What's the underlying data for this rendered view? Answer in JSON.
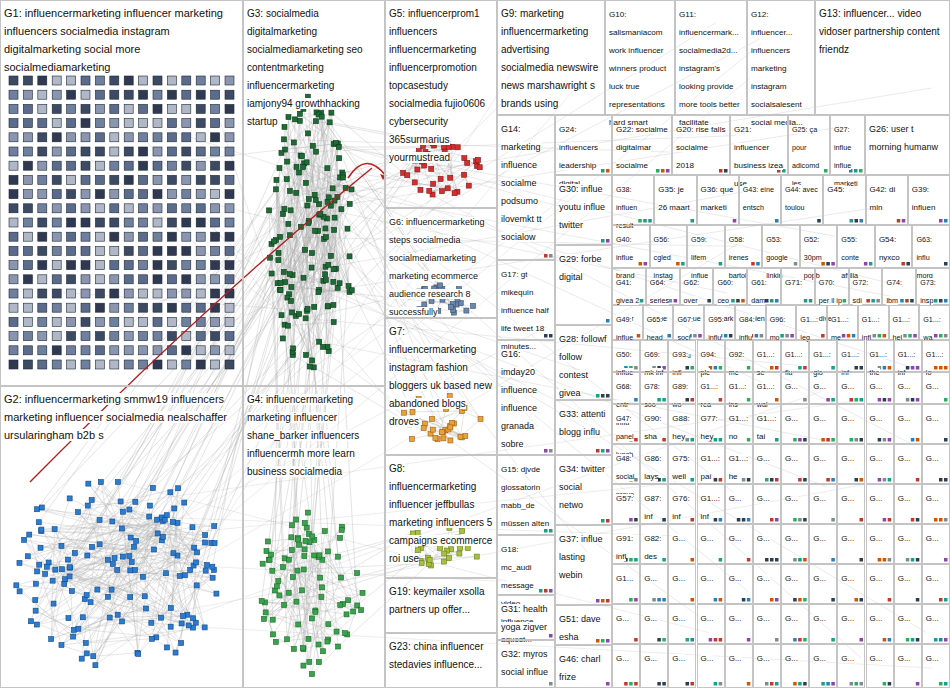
{
  "diagram": {
    "nodes": [
      {
        "text": [
          "G1: influencermarketing influencer marketing influencers socialmedia instagram digitalmarketing social more socialmediamarketing"
        ]
      },
      {
        "text": [
          "G3: socialmedia digitalmarketing socialmediamarketing seo contentmarketing influencermarketing iamjony94 growthhacking startup"
        ]
      },
      {
        "text": [
          "G5: influencerprom1 influencers influencermarketing influencerpromotion topcasestudy socialmedia fujio0606 cybersecurity 365surmarius yourmustread"
        ]
      },
      {
        "text": [
          "G9: marketing influencermarketing advertising socialmedia newswire news marshawright s brands using"
        ]
      },
      {
        "text": [
          "G10: salismaniacom work influencer winners product luck true representations hard smart"
        ]
      },
      {
        "text": [
          "G11: influencermark... socialmedia2d... instagram's looking provide more tools better facilitate"
        ]
      },
      {
        "text": [
          "G12: influencer... influencers marketing instagram socialsalesent social media..."
        ]
      },
      {
        "text": [
          "G13: influencer... video vidoser partnership content friendz"
        ]
      },
      {
        "text": [
          "G14: marketing influence socialme podsumo ilovemkt tt socialow"
        ]
      },
      {
        "text": [
          "G24: influencers leadership digital"
        ]
      },
      {
        "text": [
          "G22: socialme digitalmar socialme"
        ]
      },
      {
        "text": [
          "G20: rise falls socialme 2018"
        ]
      },
      {
        "text": [
          "G21: influencer business izea use"
        ]
      },
      {
        "text": [
          "G25: ça pour adicomd les"
        ]
      },
      {
        "text": [
          "G27: influe influe marketi"
        ]
      },
      {
        "text": [
          "G26: user t morning humanw"
        ]
      },
      {
        "text": [
          "G6: influencermarketing steps socialmedia socialmediamarketing marketing ecommerce audience research 8 successfully"
        ]
      },
      {
        "text": [
          "G30: influe youtu influe twitter"
        ]
      },
      {
        "text": [
          "G17: gt mikequin influence half life tweet 18 minutes..."
        ]
      },
      {
        "text": [
          "G29: forbe digital"
        ]
      },
      {
        "text": [
          "G7: influencermarketing instagram fashion bloggers uk based new abandoned blogs droves"
        ]
      },
      {
        "text": [
          "G28: followf follow contest givea"
        ]
      },
      {
        "text": [
          "G16: imday20 influence influence granada sobre"
        ]
      },
      {
        "text": [
          "G2: influencermarketing smmw19 influencers marketing influencer socialmedia nealschaffer ursularingham b2b s"
        ]
      },
      {
        "text": [
          "G4: influencermarketing marketing influencer shane_barker influencers influencermh more learn business socialmedia"
        ]
      },
      {
        "text": [
          "G33: attenti blogg influ"
        ]
      },
      {
        "text": [
          "G8: influencermarketing influencer jeffbullas marketing influencers 5 campaigns ecommerce roi use"
        ]
      },
      {
        "text": [
          "G15: djvde glossatorin mabb_de müssen alten"
        ]
      },
      {
        "text": [
          "G34: twitter social netwo"
        ]
      },
      {
        "text": [
          "G37: influe lasting webin"
        ]
      },
      {
        "text": [
          "G18: mc_audi message video influence aquest..."
        ]
      },
      {
        "text": [
          "G19: keymailer xsolla partners up offer..."
        ]
      },
      {
        "text": [
          "G31: health yoga zigver"
        ]
      },
      {
        "text": [
          "G51: dave esha"
        ]
      },
      {
        "text": [
          "G23: china influencer stedavies influence..."
        ]
      },
      {
        "text": [
          "G32: myros social influe"
        ]
      },
      {
        "text": [
          "G46: charl frize"
        ]
      },
      {
        "text": [
          "G38: influen result"
        ]
      },
      {
        "text": [
          "G35: je 26 maart"
        ]
      },
      {
        "text": [
          "G36: qué marketi"
        ]
      },
      {
        "text": [
          "G43: eine entsch"
        ]
      },
      {
        "text": [
          "G44: avec toulou"
        ]
      },
      {
        "text": [
          "G45:"
        ]
      },
      {
        "text": [
          "G42: di mln"
        ]
      },
      {
        "text": [
          "G39: influen"
        ]
      },
      {
        "text": [
          "G40: influe brand"
        ]
      },
      {
        "text": [
          "G56: cgled instag"
        ]
      },
      {
        "text": [
          "G59: lifem influe"
        ]
      },
      {
        "text": [
          "G58: irenes bartol"
        ]
      },
      {
        "text": [
          "G53: google linkin"
        ]
      },
      {
        "text": [
          "G52: 30pm popb"
        ]
      },
      {
        "text": [
          "G55: conte affilia"
        ]
      },
      {
        "text": [
          "G54: nyxco"
        ]
      },
      {
        "text": [
          "G63: influ morg"
        ]
      },
      {
        "text": [
          "G41: givea 2 pictur"
        ]
      },
      {
        "text": [
          "G64: series influe"
        ]
      },
      {
        "text": [
          "G62: over influe"
        ]
      },
      {
        "text": [
          "G60: ceo mark"
        ]
      },
      {
        "text": [
          "G61: dam bien"
        ]
      },
      {
        "text": [
          "G71:"
        ]
      },
      {
        "text": [
          "G70: per il ip dive"
        ]
      },
      {
        "text": [
          "G72: sdi"
        ]
      },
      {
        "text": [
          "G74: lbm"
        ]
      },
      {
        "text": [
          "G73: insp"
        ]
      },
      {
        "text": [
          "G49: influe lorim"
        ]
      },
      {
        "text": [
          "G65: head ca"
        ]
      },
      {
        "text": [
          "G67: soci influ"
        ]
      },
      {
        "text": [
          "G95: influ"
        ]
      },
      {
        "text": [
          "G84: influ"
        ]
      },
      {
        "text": [
          "G96: mo"
        ]
      },
      {
        "text": [
          "G1...: leg"
        ]
      },
      {
        "text": [
          "G1...: me"
        ]
      },
      {
        "text": [
          "G1...: infl"
        ]
      },
      {
        "text": [
          "G1...: hel"
        ]
      },
      {
        "text": [
          "G1...: wa"
        ]
      },
      {
        "text": [
          "G50: influe"
        ]
      },
      {
        "text": [
          "G69: mk inf"
        ]
      },
      {
        "text": [
          "G93: infl"
        ]
      },
      {
        "text": [
          "G94: ple"
        ]
      },
      {
        "text": [
          "G92: me"
        ]
      },
      {
        "text": [
          "G1...: se"
        ]
      },
      {
        "text": [
          "G1...: flu"
        ]
      },
      {
        "text": [
          "G1...: glo"
        ]
      },
      {
        "text": [
          "G1...: inf"
        ]
      },
      {
        "text": [
          "G1...: the"
        ]
      },
      {
        "text": [
          "G1...: inf"
        ]
      },
      {
        "text": [
          "G1...: lo"
        ]
      },
      {
        "text": [
          "G68: entr influ"
        ]
      },
      {
        "text": [
          "G78: soo"
        ]
      },
      {
        "text": [
          "G89: wo"
        ]
      },
      {
        "text": [
          "G1...: rea"
        ]
      },
      {
        "text": [
          "G1...: ins"
        ]
      },
      {
        "text": [
          "G1...: wal"
        ]
      },
      {
        "text": [
          "G..."
        ]
      },
      {
        "text": [
          "G..."
        ]
      },
      {
        "text": [
          "G..."
        ]
      },
      {
        "text": [
          "G..."
        ]
      },
      {
        "text": [
          "G..."
        ]
      },
      {
        "text": [
          "G..."
        ]
      },
      {
        "text": [
          "G47: panel lunch"
        ]
      },
      {
        "text": [
          "G90: sha"
        ]
      },
      {
        "text": [
          "G88: hey"
        ]
      },
      {
        "text": [
          "G77: hey"
        ]
      },
      {
        "text": [
          "G1...: no"
        ]
      },
      {
        "text": [
          "G1...: tai"
        ]
      },
      {
        "text": [
          "G..."
        ]
      },
      {
        "text": [
          "G..."
        ]
      },
      {
        "text": [
          "G..."
        ]
      },
      {
        "text": [
          "G..."
        ]
      },
      {
        "text": [
          "G..."
        ]
      },
      {
        "text": [
          "G..."
        ]
      },
      {
        "text": [
          "G48: social prove"
        ]
      },
      {
        "text": [
          "G86: lays"
        ]
      },
      {
        "text": [
          "G75: well"
        ]
      },
      {
        "text": [
          "G1...: pai"
        ]
      },
      {
        "text": [
          "G1...: he"
        ]
      },
      {
        "text": [
          "G..."
        ]
      },
      {
        "text": [
          "G..."
        ]
      },
      {
        "text": [
          "G..."
        ]
      },
      {
        "text": [
          "G..."
        ]
      },
      {
        "text": [
          "G..."
        ]
      },
      {
        "text": [
          "G..."
        ]
      },
      {
        "text": [
          "G..."
        ]
      },
      {
        "text": [
          "G57:"
        ]
      },
      {
        "text": [
          "G87: inf"
        ]
      },
      {
        "text": [
          "G76: inf"
        ]
      },
      {
        "text": [
          "G1...: inf"
        ]
      },
      {
        "text": [
          "G..."
        ]
      },
      {
        "text": [
          "G..."
        ]
      },
      {
        "text": [
          "G..."
        ]
      },
      {
        "text": [
          "G..."
        ]
      },
      {
        "text": [
          "G..."
        ]
      },
      {
        "text": [
          "G..."
        ]
      },
      {
        "text": [
          "G..."
        ]
      },
      {
        "text": [
          "G..."
        ]
      },
      {
        "text": [
          "G91: infl"
        ]
      },
      {
        "text": [
          "G82: des"
        ]
      },
      {
        "text": [
          "G..."
        ]
      },
      {
        "text": [
          "G..."
        ]
      },
      {
        "text": [
          "G..."
        ]
      },
      {
        "text": [
          "G..."
        ]
      },
      {
        "text": [
          "G..."
        ]
      },
      {
        "text": [
          "G..."
        ]
      },
      {
        "text": [
          "G..."
        ]
      },
      {
        "text": [
          "G..."
        ]
      },
      {
        "text": [
          "G..."
        ]
      },
      {
        "text": [
          "G..."
        ]
      },
      {
        "text": [
          "G1..."
        ]
      },
      {
        "text": [
          "G..."
        ]
      },
      {
        "text": [
          "G..."
        ]
      },
      {
        "text": [
          "G..."
        ]
      },
      {
        "text": [
          "G..."
        ]
      },
      {
        "text": [
          "G..."
        ]
      },
      {
        "text": [
          "G..."
        ]
      },
      {
        "text": [
          "G..."
        ]
      },
      {
        "text": [
          "G..."
        ]
      },
      {
        "text": [
          "G..."
        ]
      },
      {
        "text": [
          "G..."
        ]
      },
      {
        "text": [
          "G..."
        ]
      },
      {
        "text": [
          "G..."
        ]
      },
      {
        "text": [
          "G..."
        ]
      },
      {
        "text": [
          "G..."
        ]
      },
      {
        "text": [
          "G..."
        ]
      },
      {
        "text": [
          "G..."
        ]
      },
      {
        "text": [
          "G..."
        ]
      },
      {
        "text": [
          "G..."
        ]
      },
      {
        "text": [
          "G..."
        ]
      },
      {
        "text": [
          "G..."
        ]
      },
      {
        "text": [
          "G..."
        ]
      },
      {
        "text": [
          "G..."
        ]
      },
      {
        "text": [
          "G..."
        ]
      },
      {
        "text": [
          "G..."
        ]
      },
      {
        "text": [
          "G..."
        ]
      },
      {
        "text": [
          "G..."
        ]
      },
      {
        "text": [
          "G..."
        ]
      },
      {
        "text": [
          "G..."
        ]
      },
      {
        "text": [
          "G..."
        ]
      },
      {
        "text": [
          "G..."
        ]
      },
      {
        "text": [
          "G..."
        ]
      },
      {
        "text": [
          "G..."
        ]
      },
      {
        "text": [
          "G..."
        ]
      },
      {
        "text": [
          "G..."
        ]
      },
      {
        "text": [
          "G..."
        ]
      }
    ]
  }
}
